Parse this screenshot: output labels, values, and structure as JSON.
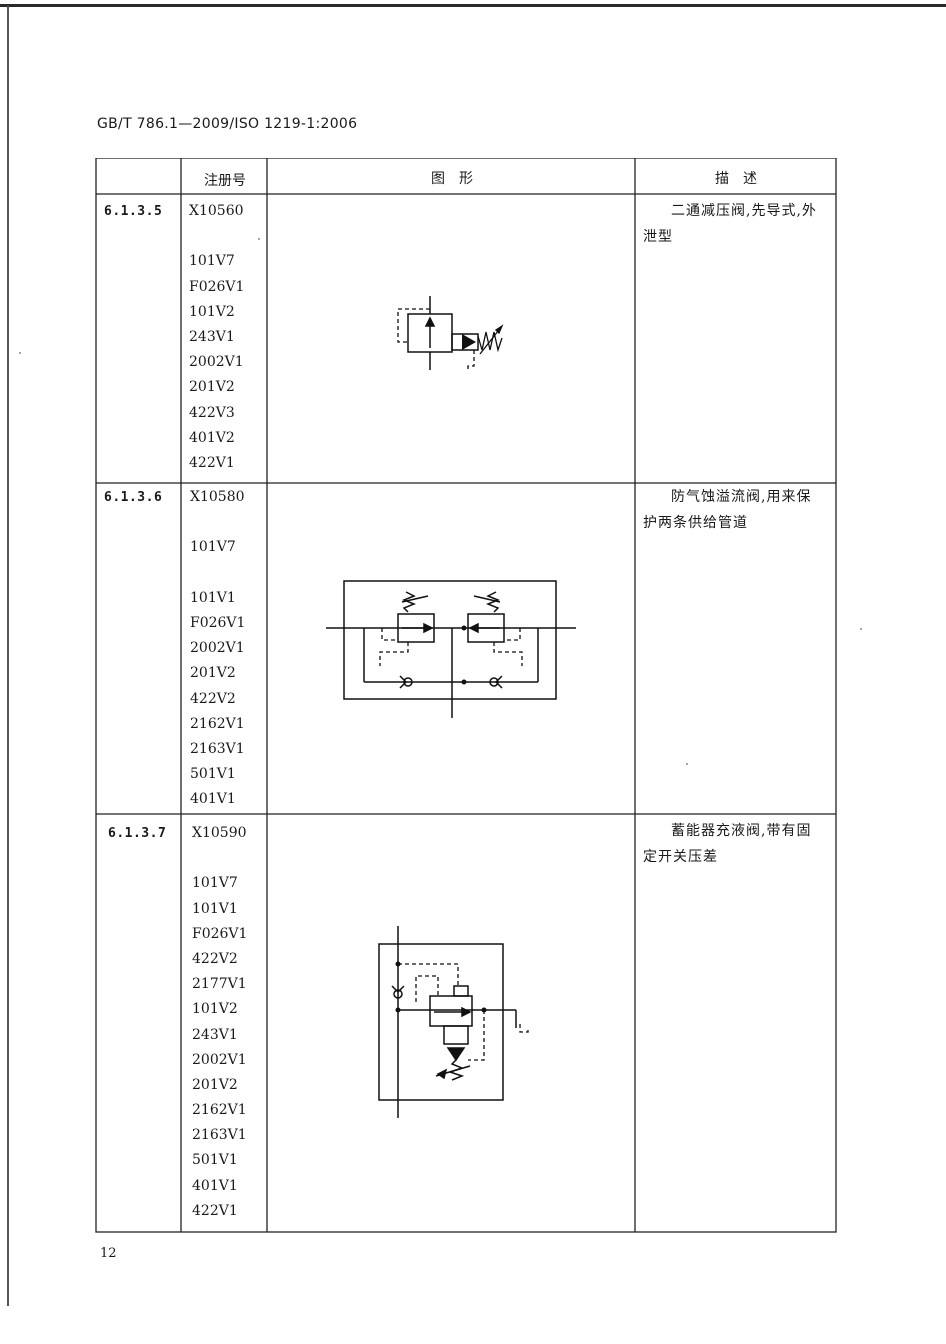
{
  "header": "GB/T 786.1—2009/ISO 1219-1:2006",
  "page_number": "12",
  "table": {
    "columns": [
      "",
      "注册号",
      "图　形",
      "描　述"
    ],
    "rows": [
      {
        "number": "6.1.3.5",
        "registrations": [
          "X10560",
          "",
          "101V7",
          "F026V1",
          "101V2",
          "243V1",
          "2002V1",
          "201V2",
          "422V3",
          "401V2",
          "422V1"
        ],
        "description": "二通减压阀,先导式,外泄型",
        "symbol": "pilot-pressure-reducing-valve-symbol"
      },
      {
        "number": "6.1.3.6",
        "registrations": [
          "X10580",
          "",
          "101V7",
          "",
          "101V1",
          "F026V1",
          "2002V1",
          "201V2",
          "422V2",
          "2162V1",
          "2163V1",
          "501V1",
          "401V1"
        ],
        "description": "防气蚀溢流阀,用来保护两条供给管道",
        "symbol": "anti-cavitation-relief-valve-symbol"
      },
      {
        "number": "6.1.3.7",
        "registrations": [
          "X10590",
          "",
          "101V7",
          "101V1",
          "F026V1",
          "422V2",
          "2177V1",
          "101V2",
          "243V1",
          "2002V1",
          "201V2",
          "2162V1",
          "2163V1",
          "501V1",
          "401V1",
          "422V1"
        ],
        "description": "蓄能器充液阀,带有固定开关压差",
        "symbol": "accumulator-charging-valve-symbol"
      }
    ]
  }
}
